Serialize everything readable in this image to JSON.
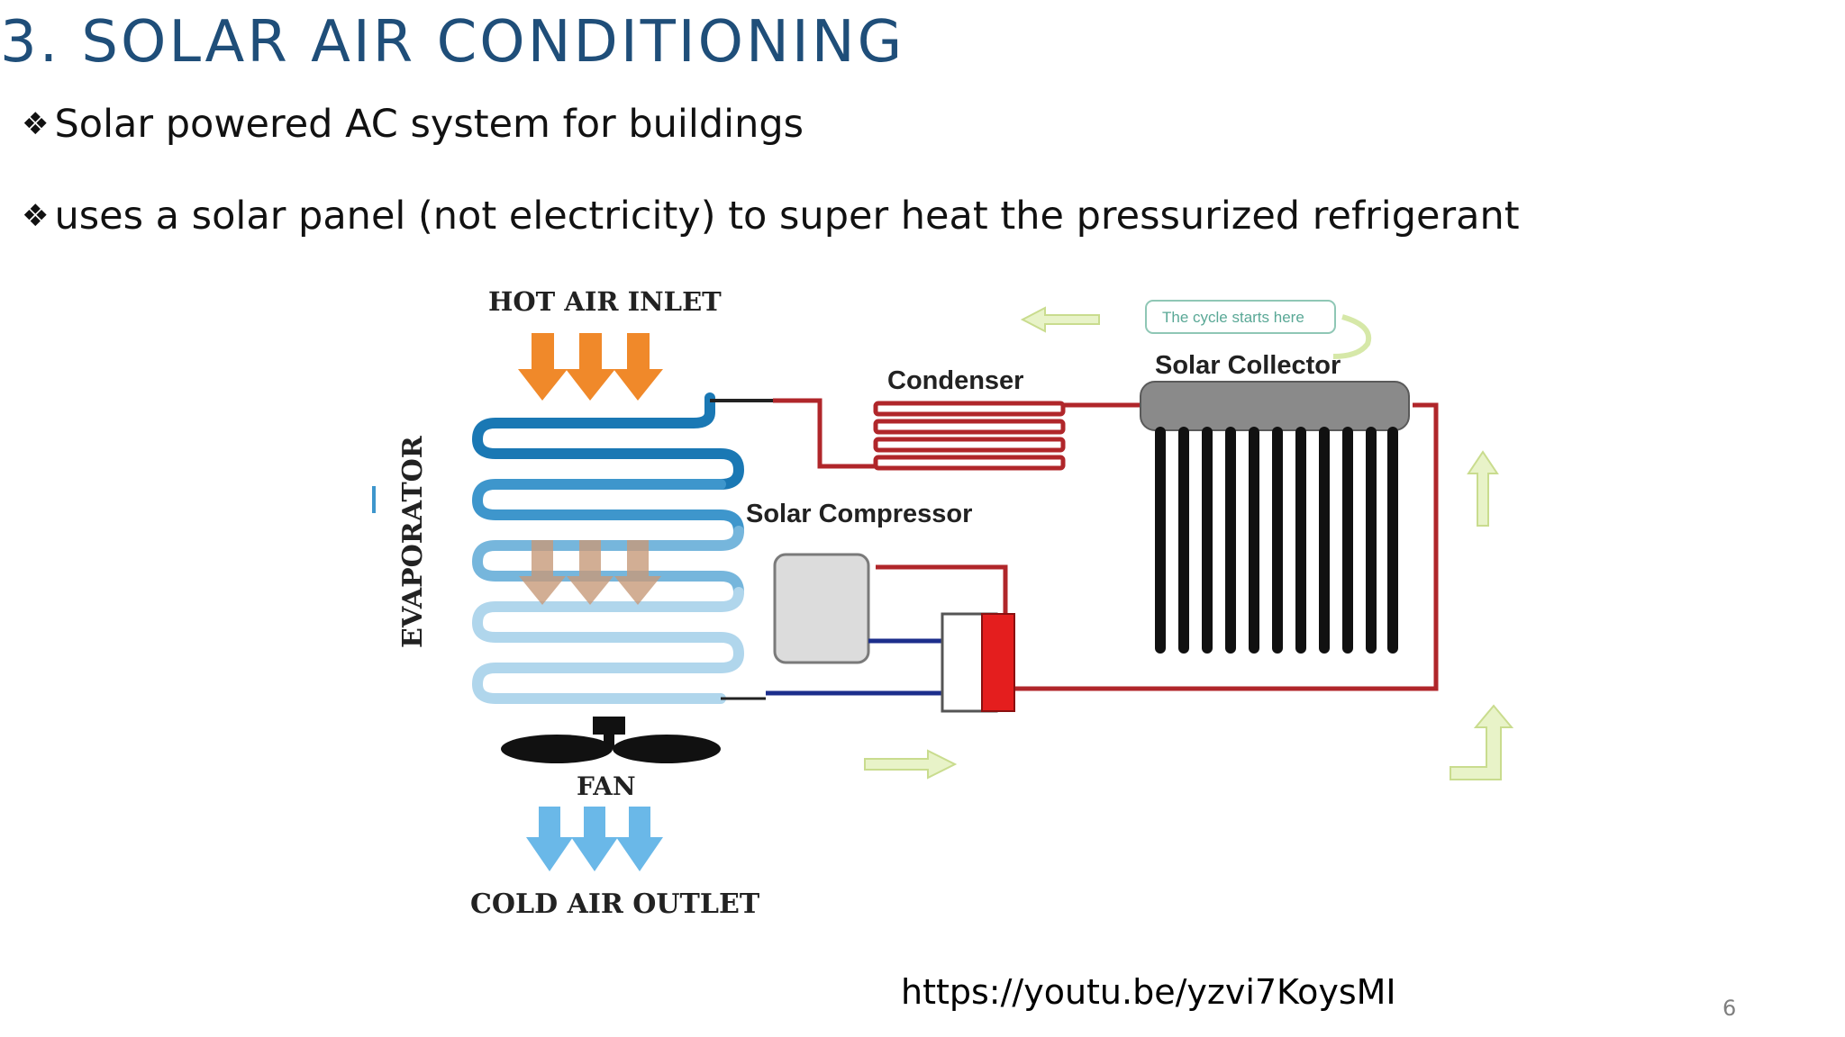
{
  "slide": {
    "title": "3. SOLAR AIR CONDITIONING",
    "bullet_symbol": "❖",
    "bullets": [
      "Solar powered AC system for buildings",
      "uses a solar panel (not electricity) to super heat the pressurized  refrigerant"
    ],
    "link": "https://youtu.be/yzvi7KoysMI",
    "page_number": "6"
  },
  "diagram": {
    "labels": {
      "hot_air_inlet": "HOT AIR INLET",
      "condenser": "Condenser",
      "cycle_note": "The cycle starts here",
      "solar_collector": "Solar Collector",
      "solar_compressor": "Solar  Compressor",
      "evaporator": "EVAPORATOR",
      "fan": "FAN",
      "cold_air_outlet": "COLD AIR OUTLET"
    },
    "colors": {
      "title": "#1f4e79",
      "hot_arrows": "#f0892a",
      "cold_arrows": "#6ab8e8",
      "evaporator_coil": "#1a78b4",
      "hot_pipe": "#b0262a",
      "cold_pipe": "#1c2e8c",
      "flow_arrows": "#e8f3c8",
      "collector_tubes": "#111111"
    }
  }
}
